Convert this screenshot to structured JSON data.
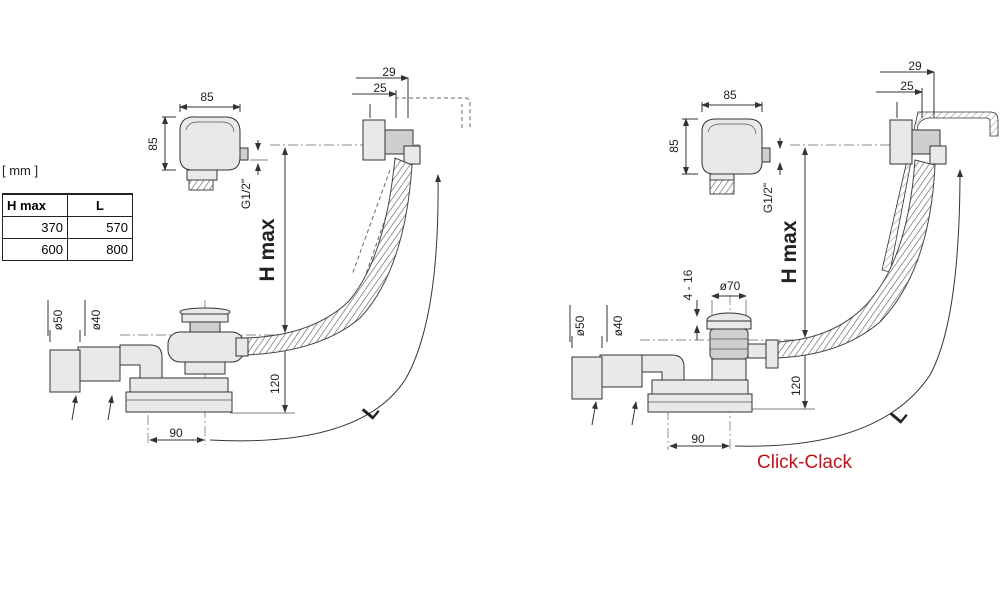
{
  "units_label": "[ mm ]",
  "table": {
    "headers": [
      "H max",
      "L"
    ],
    "rows": [
      [
        "370",
        "570"
      ],
      [
        "600",
        "800"
      ]
    ]
  },
  "left_view": {
    "dims": {
      "top_width": "29",
      "top_inner": "25",
      "box_width": "85",
      "box_height": "85",
      "thread": "G1/2\"",
      "h_max": "H max",
      "pipe_outer": "ø50",
      "pipe_inner": "ø40",
      "height": "120",
      "offset": "90",
      "length": "L"
    }
  },
  "right_view": {
    "dims": {
      "top_width": "29",
      "top_inner": "25",
      "box_width": "85",
      "box_height": "85",
      "thread": "G1/2\"",
      "h_max": "H max",
      "pipe_outer": "ø50",
      "pipe_inner": "ø40",
      "stroke_range": "4 - 16",
      "plug_dia": "ø70",
      "height": "120",
      "offset": "90",
      "length": "L"
    },
    "caption": "Click-Clack",
    "caption_color": "#c0141c"
  }
}
